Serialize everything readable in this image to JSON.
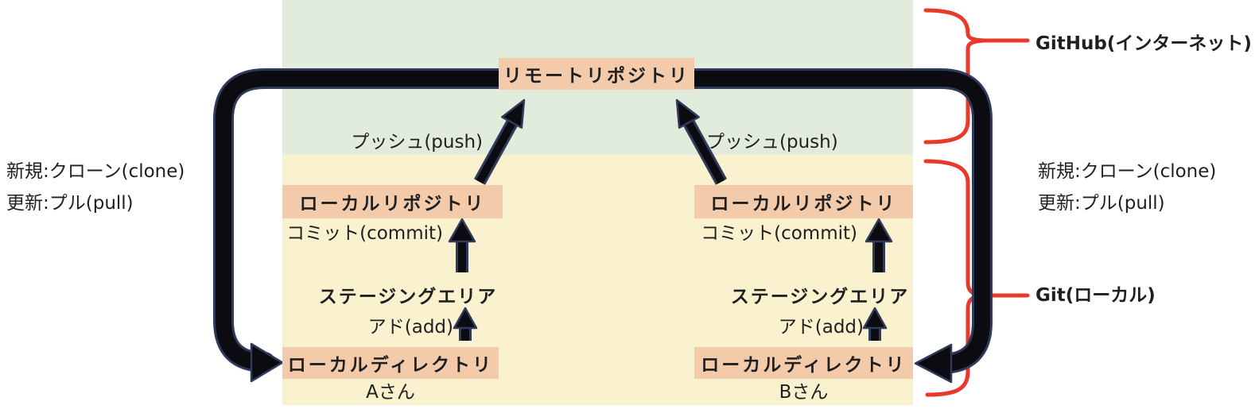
{
  "colors": {
    "github_zone_bg": "#e2ecdd",
    "git_zone_bg": "#faf1cf",
    "node_bg": "#f3cbab",
    "brace_red": "#e8392b",
    "arrow_core": "#0b0b11",
    "arrow_edge": "#303b5b",
    "text": "#1f1f1f"
  },
  "zones": {
    "github": {
      "label": "GitHub(インターネット)"
    },
    "git": {
      "label": "Git(ローカル)"
    }
  },
  "nodes": {
    "remote_repository": "リモートリポジトリ",
    "local_repository": "ローカルリポジトリ",
    "staging_area": "ステージングエリア",
    "local_directory": "ローカルディレクトリ"
  },
  "actions": {
    "push": "プッシュ(push)",
    "commit": "コミット(commit)",
    "add": "アド(add)",
    "clone": "新規:クローン(clone)",
    "pull": "更新:プル(pull)"
  },
  "users": {
    "a": "Aさん",
    "b": "Bさん"
  }
}
